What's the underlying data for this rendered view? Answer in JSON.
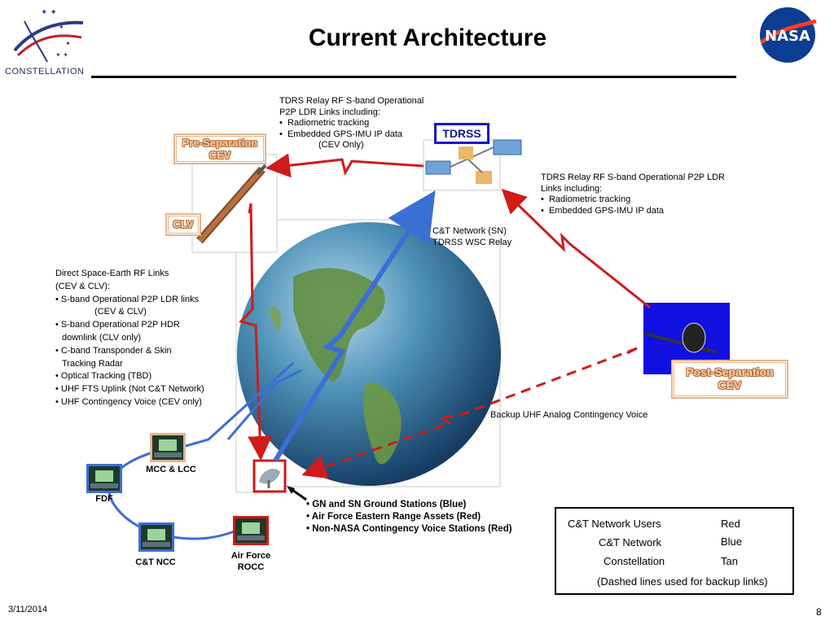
{
  "header": {
    "title": "Current Architecture",
    "org_logo_text": "CONSTELLATION",
    "nasa_logo_text": "NASA"
  },
  "nodes": {
    "tdrss": "TDRSS",
    "pre_separation": [
      "Pre-Separation",
      "CEV"
    ],
    "clv": "CLV",
    "post_separation": [
      "Post-Separation",
      "CEV"
    ],
    "mcc_lcc": "MCC & LCC",
    "fdf": "FDF",
    "ct_ncc": "C&T NCC",
    "air_force_rocc": [
      "Air Force",
      "ROCC"
    ]
  },
  "annotations": {
    "tdrs_left": {
      "lines": [
        "TDRS Relay RF S-band Operational",
        "P2P LDR Links including:"
      ],
      "bullets": [
        "Radiometric tracking",
        "Embedded GPS-IMU IP data"
      ],
      "tail": "(CEV Only)"
    },
    "tdrs_right": {
      "lines": [
        "TDRS Relay RF S-band Operational P2P LDR",
        "Links including:"
      ],
      "bullets": [
        "Radiometric tracking",
        "Embedded GPS-IMU IP data"
      ]
    },
    "ct_network_relay": [
      "C&T Network (SN)",
      "TDRSS WSC Relay"
    ],
    "direct_links": [
      "Direct Space-Earth RF Links",
      "(CEV & CLV):",
      "• S-band Operational P2P LDR links",
      "(CEV & CLV)",
      "• S-band Operational P2P HDR",
      "downlink (CLV only)",
      "• C-band Transponder & Skin",
      "Tracking Radar",
      "• Optical Tracking (TBD)",
      "• UHF FTS Uplink (Not C&T Network)",
      "• UHF Contingency Voice (CEV only)"
    ],
    "backup_uhf": "Backup UHF Analog Contingency Voice",
    "ground_stations": [
      "• GN and SN Ground Stations (Blue)",
      "• Air Force Eastern Range Assets (Red)",
      "• Non-NASA Contingency Voice Stations (Red)"
    ]
  },
  "legend": {
    "rows": [
      {
        "label": "C&T Network Users",
        "value": "Red",
        "color": "#d11a1a"
      },
      {
        "label": "C&T Network",
        "value": "Blue",
        "color": "#3b6fd6"
      },
      {
        "label": "Constellation",
        "value": "Tan",
        "color": "#e6b48a"
      }
    ],
    "note": "(Dashed lines used for backup links)"
  },
  "footer": {
    "date": "3/11/2014",
    "page": "8"
  },
  "colors": {
    "red": "#d11a1a",
    "blue": "#3b6fd6",
    "tan": "#e6b48a",
    "dark_blue_box": "#1010e0"
  }
}
